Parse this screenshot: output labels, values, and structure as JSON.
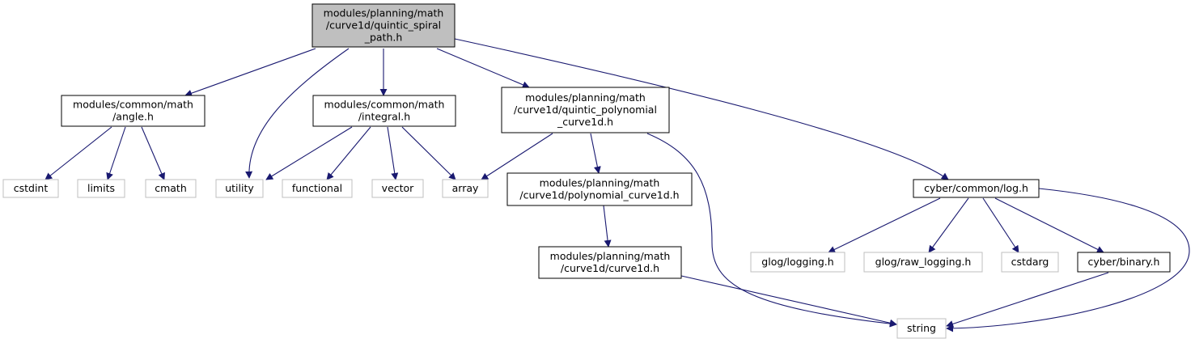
{
  "colors": {
    "edge": "#191970",
    "box_border": "#000000",
    "ext_border": "#bfbfbf",
    "root_fill": "#bfbfbf",
    "node_fill": "#ffffff",
    "text": "#000000"
  },
  "nodes": [
    {
      "id": "root",
      "kind": "root",
      "lines": [
        "modules/planning/math",
        "/curve1d/quintic_spiral",
        "_path.h"
      ]
    },
    {
      "id": "angle",
      "kind": "header",
      "lines": [
        "modules/common/math",
        "/angle.h"
      ]
    },
    {
      "id": "integral",
      "kind": "header",
      "lines": [
        "modules/common/math",
        "/integral.h"
      ]
    },
    {
      "id": "qpoly",
      "kind": "header",
      "lines": [
        "modules/planning/math",
        "/curve1d/quintic_polynomial",
        "_curve1d.h"
      ]
    },
    {
      "id": "log",
      "kind": "header",
      "lines": [
        "cyber/common/log.h"
      ]
    },
    {
      "id": "cstdint",
      "kind": "external",
      "lines": [
        "cstdint"
      ]
    },
    {
      "id": "limits",
      "kind": "external",
      "lines": [
        "limits"
      ]
    },
    {
      "id": "cmath",
      "kind": "external",
      "lines": [
        "cmath"
      ]
    },
    {
      "id": "utility",
      "kind": "external",
      "lines": [
        "utility"
      ]
    },
    {
      "id": "functional",
      "kind": "external",
      "lines": [
        "functional"
      ]
    },
    {
      "id": "vector",
      "kind": "external",
      "lines": [
        "vector"
      ]
    },
    {
      "id": "array",
      "kind": "external",
      "lines": [
        "array"
      ]
    },
    {
      "id": "polycurve",
      "kind": "header",
      "lines": [
        "modules/planning/math",
        "/curve1d/polynomial_curve1d.h"
      ]
    },
    {
      "id": "curve1d",
      "kind": "header",
      "lines": [
        "modules/planning/math",
        "/curve1d/curve1d.h"
      ]
    },
    {
      "id": "glog",
      "kind": "external",
      "lines": [
        "glog/logging.h"
      ]
    },
    {
      "id": "glograw",
      "kind": "external",
      "lines": [
        "glog/raw_logging.h"
      ]
    },
    {
      "id": "cstdarg",
      "kind": "external",
      "lines": [
        "cstdarg"
      ]
    },
    {
      "id": "binary",
      "kind": "header",
      "lines": [
        "cyber/binary.h"
      ]
    },
    {
      "id": "string",
      "kind": "external",
      "lines": [
        "string"
      ]
    }
  ],
  "edges": [
    [
      "root",
      "angle"
    ],
    [
      "root",
      "utility"
    ],
    [
      "root",
      "integral"
    ],
    [
      "root",
      "qpoly"
    ],
    [
      "root",
      "log"
    ],
    [
      "angle",
      "cstdint"
    ],
    [
      "angle",
      "limits"
    ],
    [
      "angle",
      "cmath"
    ],
    [
      "integral",
      "utility"
    ],
    [
      "integral",
      "functional"
    ],
    [
      "integral",
      "vector"
    ],
    [
      "integral",
      "array"
    ],
    [
      "qpoly",
      "array"
    ],
    [
      "qpoly",
      "polycurve"
    ],
    [
      "qpoly",
      "string"
    ],
    [
      "polycurve",
      "curve1d"
    ],
    [
      "curve1d",
      "string"
    ],
    [
      "log",
      "glog"
    ],
    [
      "log",
      "glograw"
    ],
    [
      "log",
      "cstdarg"
    ],
    [
      "log",
      "binary"
    ],
    [
      "log",
      "string"
    ],
    [
      "binary",
      "string"
    ]
  ]
}
